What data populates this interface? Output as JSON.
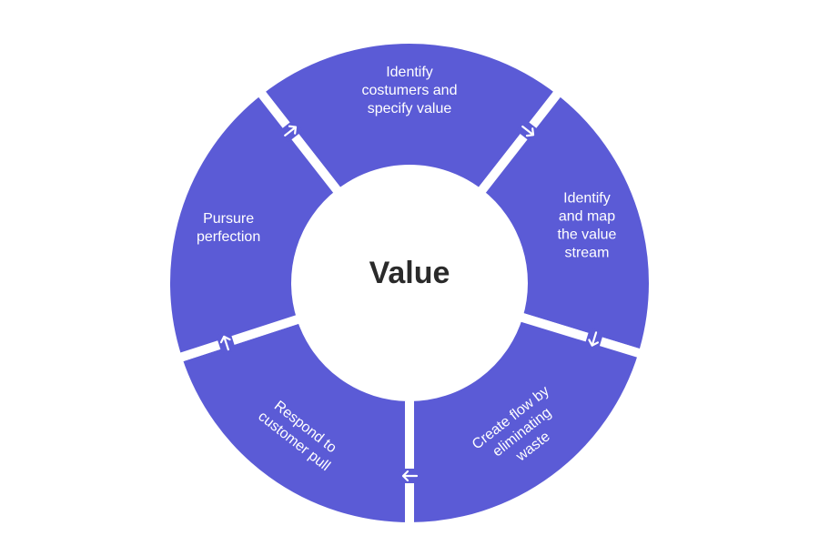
{
  "center_label": "Value",
  "segments": [
    {
      "lines": [
        "Identify",
        "costumers and",
        "specify value"
      ]
    },
    {
      "lines": [
        "Identify",
        "and map",
        "the value",
        "stream"
      ]
    },
    {
      "lines": [
        "Create flow by",
        "eliminating",
        "waste"
      ]
    },
    {
      "lines": [
        "Respond to",
        "customer pull"
      ]
    },
    {
      "lines": [
        "Pursure",
        "perfection"
      ]
    }
  ],
  "colors": {
    "segment_fill": "#5B5BD6",
    "background": "#FFFFFF",
    "center_text": "#2A2A2A",
    "segment_text": "#FFFFFF"
  },
  "icons": [
    "arrow-icon"
  ]
}
